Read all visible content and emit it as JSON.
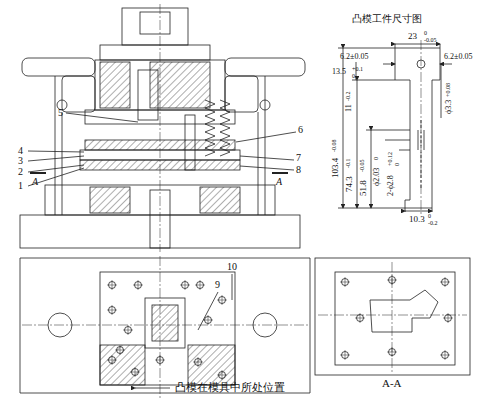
{
  "diagram": {
    "labels": [
      "凸模工件尺寸图",
      "23",
      "0",
      "-0.05",
      "6.2±0.05",
      "6.2±0.05",
      "13.5",
      "+0.1",
      "0",
      "11",
      "-0.2",
      "ϕ3.3",
      "+0.08",
      "103.4",
      "-0.08",
      "74.3",
      "-0.1",
      "51.8",
      "-0.05",
      "ϕ2.03",
      "0",
      "2-ϕ2.8",
      "+0.12",
      "0",
      "10.3",
      "0",
      "-0.2",
      "5",
      "6",
      "4",
      "3",
      "2",
      "1",
      "7",
      "8",
      "A",
      "A",
      "10",
      "9",
      "A-A",
      "凸模在模具中所处位置"
    ]
  }
}
